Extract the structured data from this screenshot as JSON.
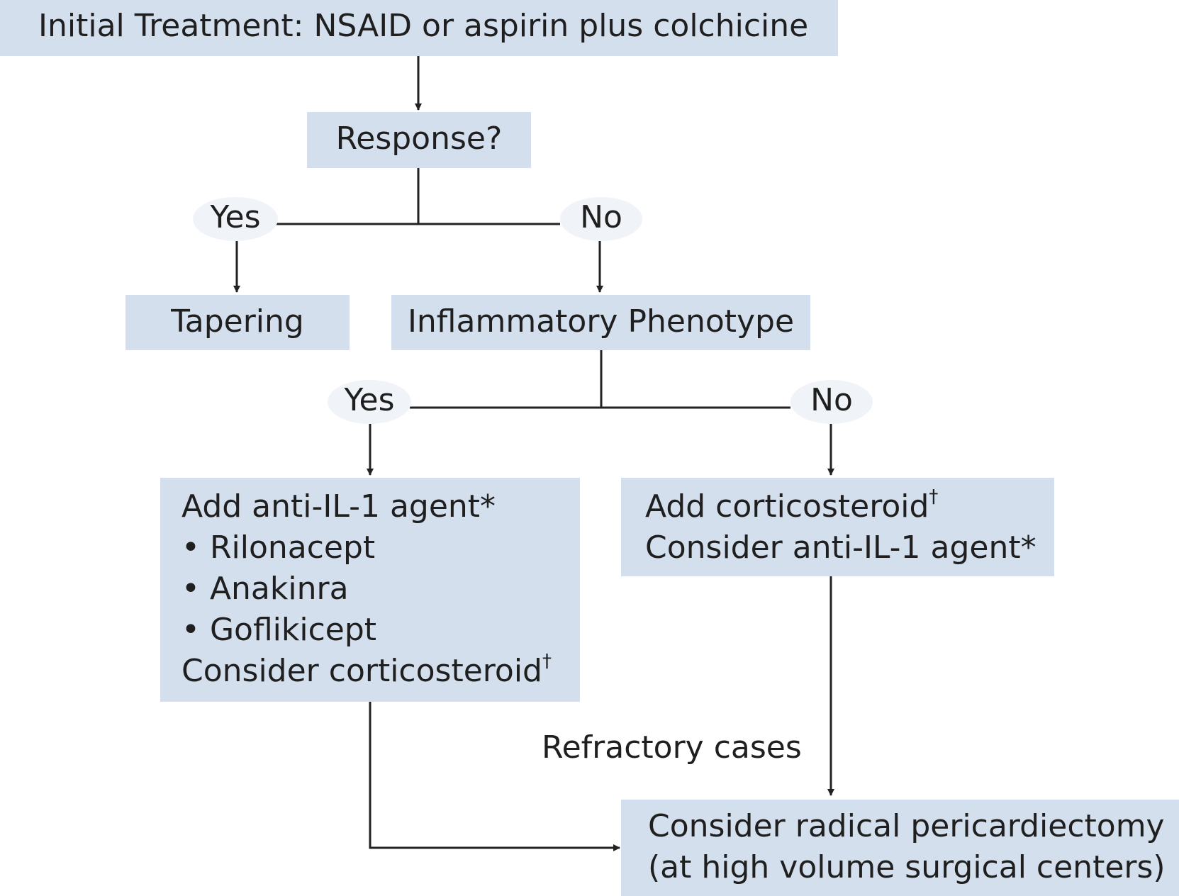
{
  "initial_treatment": "Initial Treatment: NSAID or aspirin plus colchicine",
  "response": "Response?",
  "branch1": {
    "yes": "Yes",
    "no": "No"
  },
  "tapering": "Tapering",
  "inflammatory_phenotype": "Inflammatory Phenotype",
  "branch2": {
    "yes": "Yes",
    "no": "No"
  },
  "left_box": {
    "line1": "Add anti-IL-1 agent*",
    "bullet1": "• Rilonacept",
    "bullet2": "• Anakinra",
    "bullet3": "• Goflikicept",
    "line5": "Consider corticosteroid",
    "line5_mark": "†"
  },
  "right_box": {
    "line1": "Add corticosteroid",
    "line1_mark": "†",
    "line2": "Consider anti-IL-1 agent*"
  },
  "refractory_label": "Refractory cases",
  "final_box": {
    "line1": "Consider radical pericardiectomy",
    "line2": "(at high volume surgical centers)"
  },
  "colors": {
    "box_fill": "#d4dfee",
    "oval_fill": "#f0f3f8",
    "line": "#222222",
    "text": "#1f1f1f"
  }
}
